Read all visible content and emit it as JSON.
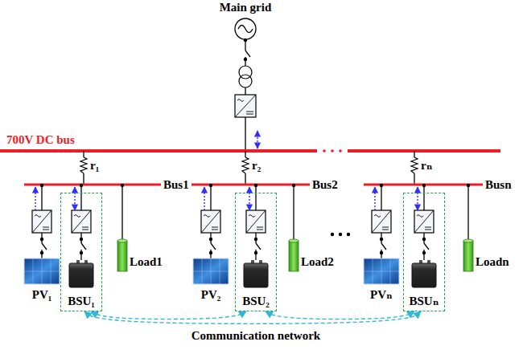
{
  "diagram": {
    "nodes": [
      {
        "text": [
          "BSU₁"
        ]
      },
      {
        "text": [
          "BSU₂"
        ]
      },
      {
        "text": [
          "BSUₙ"
        ]
      }
    ],
    "edges": [
      {
        "from": 0,
        "to": 1,
        "arrow": "both"
      },
      {
        "from": 1,
        "to": 2,
        "arrow": "both"
      },
      {
        "from": 0,
        "to": 2,
        "arrow": "both"
      }
    ],
    "labels": [
      "Main grid",
      "700V DC bus",
      "r₁",
      "r₂",
      "rₙ",
      "Bus1",
      "Bus2",
      "Busn",
      "PV₁",
      "PV₂",
      "PVₙ",
      "Load1",
      "Load2",
      "Loadn",
      "Communication network"
    ]
  }
}
